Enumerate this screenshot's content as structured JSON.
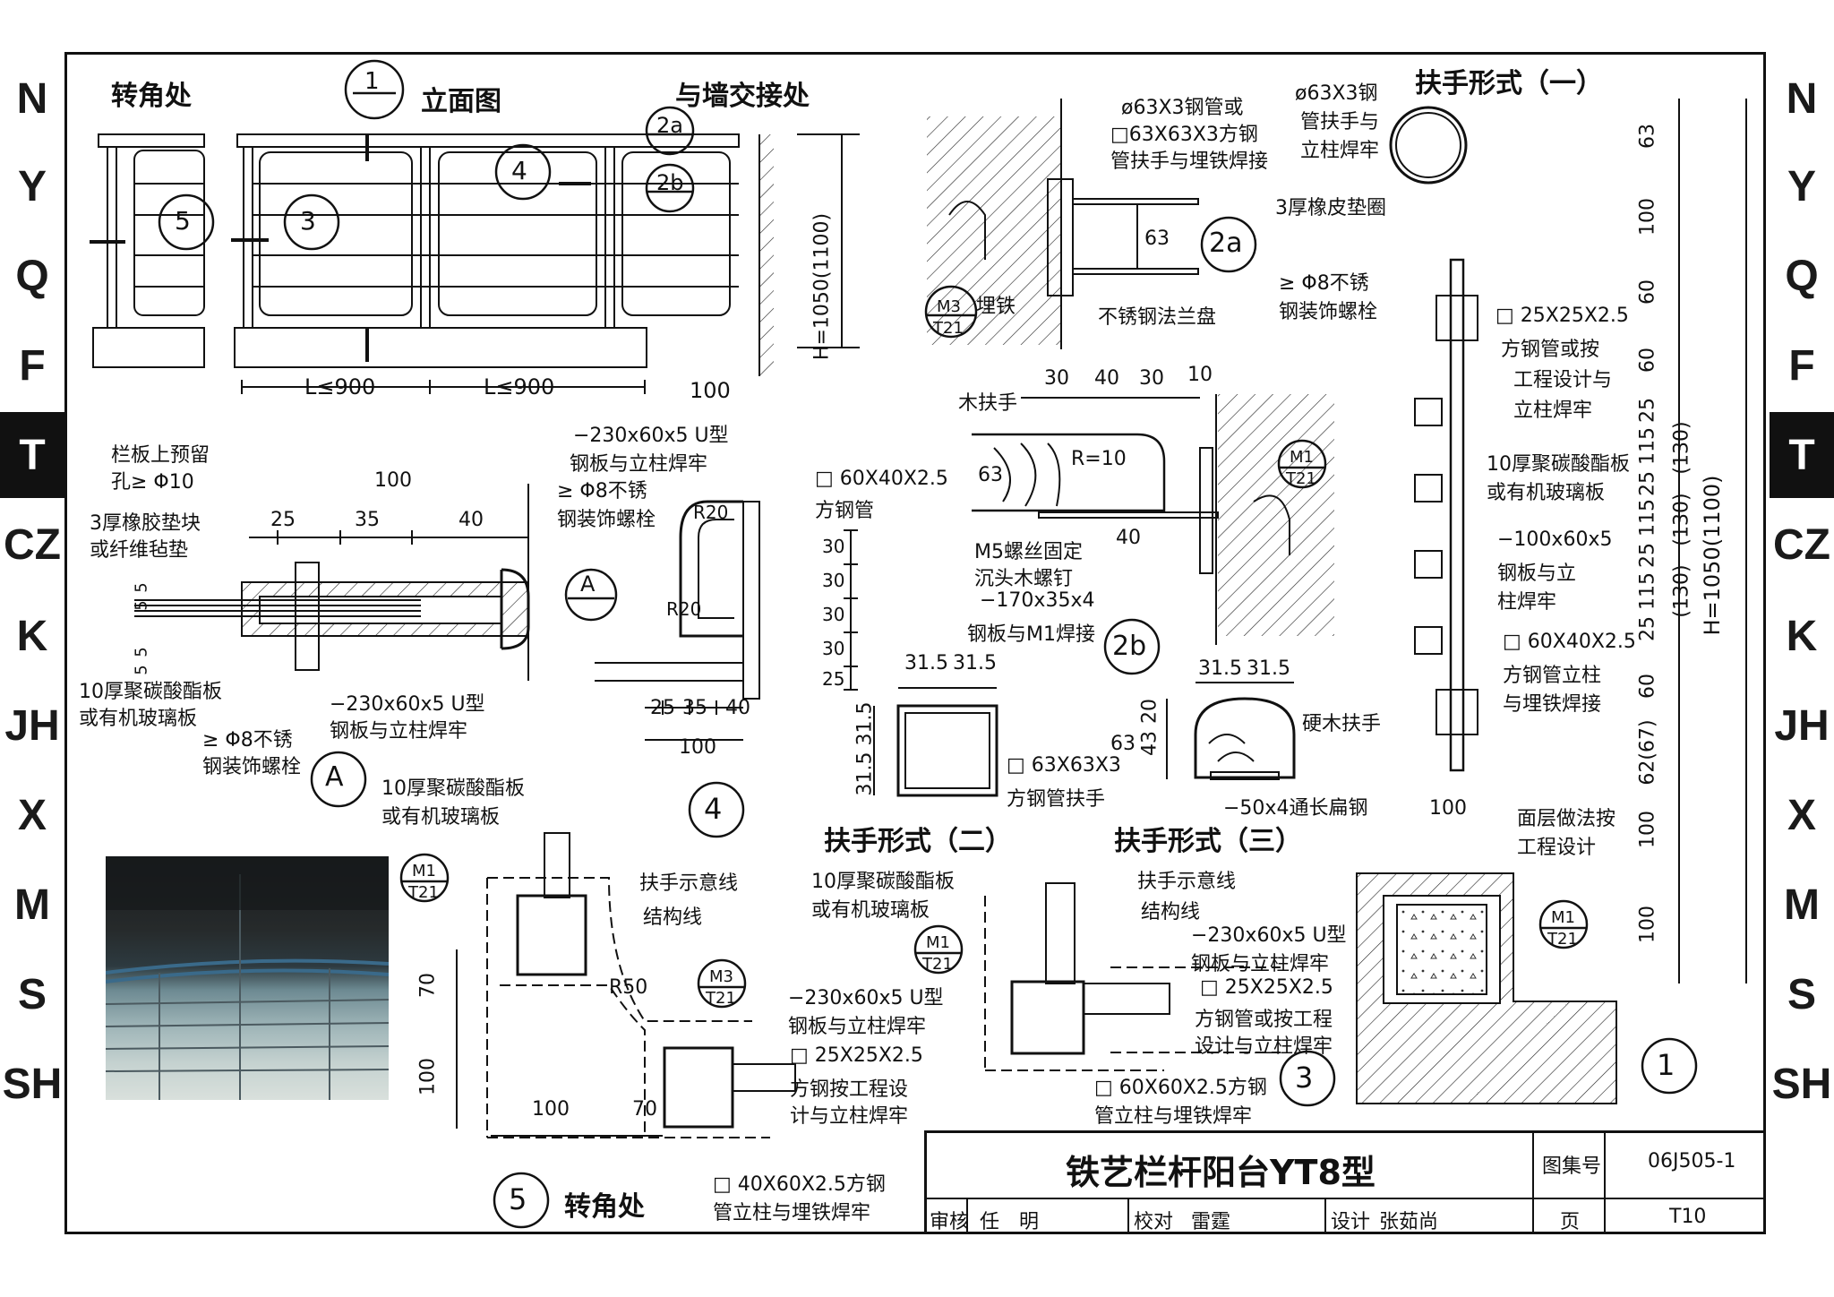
{
  "side_tabs": [
    "N",
    "Y",
    "Q",
    "F",
    "T",
    "CZ",
    "K",
    "JH",
    "X",
    "M",
    "S",
    "SH"
  ],
  "active_tab": "T",
  "views": {
    "corner_top": "转角处",
    "elevation_title": "立面图",
    "wall_junction": "与墙交接处",
    "handrail_type1": "扶手形式（一）",
    "handrail_type2": "扶手形式（二）",
    "handrail_type3": "扶手形式（三）",
    "corner_bottom": "转角处"
  },
  "callouts": {
    "c1": "1",
    "c3": "3",
    "c4": "4",
    "c5": "5",
    "c2a": "2a",
    "c2b": "2b",
    "cA": "A",
    "m1": "M1",
    "m3": "M3",
    "t21": "T21"
  },
  "elevation": {
    "dim_l1": "L≤900",
    "dim_l2": "L≤900",
    "dim_h": "H=1050(1100)",
    "dim_100": "100"
  },
  "detail_2a": {
    "pipe_note_1": "ø63X3钢管或",
    "pipe_note_2": "□63X63X3方钢",
    "pipe_note_3": "管扶手与埋铁焊接",
    "embed": "埋铁",
    "flange": "不锈钢法兰盘",
    "dim_63": "63"
  },
  "detail_2b": {
    "wood_handrail": "木扶手",
    "r10": "R=10",
    "dims_top": [
      "30",
      "40",
      "30",
      "10"
    ],
    "dim_63": "63",
    "dim_40": "40",
    "screw_1": "M5螺丝固定",
    "screw_2": "沉头木螺钉",
    "plate_1": "−170x35x4",
    "plate_2": "钢板与M1焊接"
  },
  "detail_A": {
    "note_hole_1": "栏板上预留",
    "note_hole_2": "孔≥ Φ10",
    "rubber_1": "3厚橡胶垫块",
    "rubber_2": "或纤维毡垫",
    "board_1": "10厚聚碳酸酯板",
    "board_2": "或有机玻璃板",
    "bolt_1": "≥ Φ8不锈",
    "bolt_2": "钢装饰螺栓",
    "uplate_1": "−230x60x5 U型",
    "uplate_2": "钢板与立柱焊牢",
    "dims": [
      "100",
      "25",
      "35",
      "40",
      "5",
      "5",
      "5",
      "5"
    ]
  },
  "detail_4": {
    "uplate_1": "−230x60x5 U型",
    "uplate_2": "钢板与立柱焊牢",
    "bolt_1": "≥ Φ8不锈",
    "bolt_2": "钢装饰螺栓",
    "tube_1": "□ 60X40X2.5",
    "tube_2": "方钢管",
    "r20a": "R20",
    "r20b": "R20",
    "dims_v": [
      "30",
      "30",
      "30",
      "30",
      "25"
    ],
    "dims_h": [
      "25",
      "35",
      "40"
    ],
    "dim_100": "100"
  },
  "handrail_sections": {
    "sq_dims": [
      "31.5",
      "31.5"
    ],
    "sq_label_1": "□ 63X63X3",
    "sq_label_2": "方钢管扶手",
    "wood_dims": [
      "31.5",
      "31.5"
    ],
    "wood_v_dims": [
      "63",
      "43",
      "20"
    ],
    "wood_label": "硬木扶手",
    "flat_bar": "−50x4通长扁钢"
  },
  "detail_1": {
    "pipe_1": "ø63X3钢",
    "pipe_2": "管扶手与",
    "pipe_3": "立柱焊牢",
    "rubber": "3厚橡皮垫圈",
    "bolt_1": "≥ Φ8不锈",
    "bolt_2": "钢装饰螺栓",
    "tube_1": "□ 25X25X2.5",
    "tube_2": "方钢管或按",
    "tube_3": "工程设计与",
    "tube_4": "立柱焊牢",
    "board_1": "10厚聚碳酸酯板",
    "board_2": "或有机玻璃板",
    "plate_1": "−100x60x5",
    "plate_2": "钢板与立",
    "plate_3": "柱焊牢",
    "post_1": "□ 60X40X2.5",
    "post_2": "方钢管立柱",
    "post_3": "与埋铁焊接",
    "finish_1": "面层做法按",
    "finish_2": "工程设计",
    "dims_v": [
      "63",
      "100",
      "60",
      "60",
      "25",
      "115",
      "25",
      "115",
      "25",
      "115",
      "25",
      "60",
      "62(67)",
      "100",
      "100"
    ],
    "dims_paren": [
      "(130)",
      "(130)",
      "(130)"
    ],
    "dim_h": "H=1050(1100)",
    "dim_100": "100"
  },
  "detail_5": {
    "board_1": "10厚聚碳酸酯板",
    "board_2": "或有机玻璃板",
    "handrail_line": "扶手示意线",
    "struct_line": "结构线",
    "r50": "R50",
    "dims": [
      "70",
      "100",
      "100",
      "70"
    ],
    "uplate_1": "−230x60x5 U型",
    "uplate_2": "钢板与立柱焊牢",
    "tube_1": "□ 25X25X2.5",
    "tube_2": "方钢按工程设",
    "tube_3": "计与立柱焊牢",
    "post_1": "□ 40X60X2.5方钢",
    "post_2": "管立柱与埋铁焊牢"
  },
  "detail_3": {
    "board_1": "10厚聚碳酸酯板",
    "board_2": "或有机玻璃板",
    "handrail_line": "扶手示意线",
    "struct_line": "结构线",
    "uplate_1": "−230x60x5 U型",
    "uplate_2": "钢板与立柱焊牢",
    "tube_1": "□ 25X25X2.5",
    "tube_2": "方钢管或按工程",
    "tube_3": "设计与立柱焊牢",
    "post_1": "□ 60X60X2.5方钢",
    "post_2": "管立柱与埋铁焊牢"
  },
  "title_block": {
    "title": "铁艺栏杆阳台YT8型",
    "atlas_label": "图集号",
    "atlas_no": "06J505-1",
    "review_label": "审核",
    "reviewer": "任　明",
    "check_label": "校对",
    "checker": "雷霆",
    "design_label": "设计",
    "designer": "张茹尚",
    "page_label": "页",
    "page_no": "T10"
  }
}
